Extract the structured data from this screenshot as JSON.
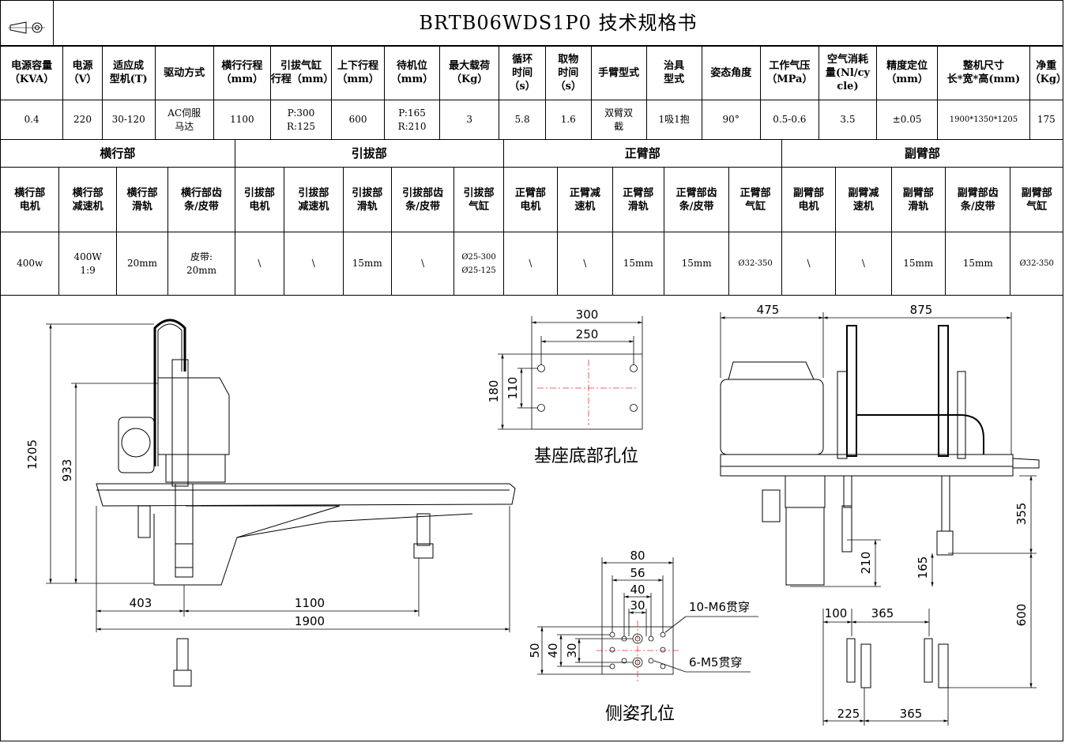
{
  "title": "BRTB06WDS1P0 技术规格书",
  "spec_table": {
    "headers": [
      "电源容量\n（KVA）",
      "电源\n（V）",
      "适应成\n型机(T)",
      "驱动方式",
      "横行行程\n（mm）",
      "引拔气缸\n行程（mm）",
      "上下行程\n（mm）",
      "待机位\n（mm）",
      "最大载荷\n（Kg）",
      "循环\n时间\n（s）",
      "取物\n时间\n（s）",
      "手臂型式",
      "治具\n型式",
      "姿态角度",
      "工作气压\n（MPa）",
      "空气消耗\n量(Nl/cy\ncle)",
      "精度定位\n（mm）",
      "整机尺寸\n长*宽*高(mm)",
      "净重\n（Kg）"
    ],
    "values": [
      "0.4",
      "220",
      "30-120",
      "AC伺服\n马达",
      "1100",
      "P:300\nR:125",
      "600",
      "P:165\nR:210",
      "3",
      "5.8",
      "1.6",
      "双臂双\n截",
      "1吸1抱",
      "90°",
      "0.5-0.6",
      "3.5",
      "±0.05",
      "1900*1350*1205",
      "175"
    ]
  },
  "component_table": {
    "sections": [
      "横行部",
      "引拔部",
      "正臂部",
      "副臂部"
    ],
    "headers": [
      "横行部\n电机",
      "横行部\n减速机",
      "横行部\n滑轨",
      "横行部齿\n条/皮带",
      "引拔部\n电机",
      "引拔部\n减速机",
      "引拔部\n滑轨",
      "引拔部齿\n条/皮带",
      "引拔部\n气缸",
      "正臂部\n电机",
      "正臂减\n速机",
      "正臂部\n滑轨",
      "正臂部齿\n条/皮带",
      "正臂部\n气缸",
      "副臂部\n电机",
      "副臂减\n速机",
      "副臂部\n滑轨",
      "副臂部齿\n条/皮带",
      "副臂部\n气缸"
    ],
    "values": [
      "400w",
      "400W\n1:9",
      "20mm",
      "皮带:\n20mm",
      "\\",
      "\\",
      "15mm",
      "\\",
      "Ø25-300\nØ25-125",
      "\\",
      "\\",
      "15mm",
      "15mm",
      "Ø32-350",
      "\\",
      "\\",
      "15mm",
      "15mm",
      "Ø32-350"
    ]
  },
  "drawing": {
    "front_dims": {
      "overall_height": "1205",
      "arm_height": "933",
      "offset": "403",
      "stroke": "1100",
      "length": "1900"
    },
    "base_holes": {
      "outer": "300",
      "inner": "250",
      "height_outer": "180",
      "height_inner": "110",
      "caption": "基座底部孔位"
    },
    "side_holes": {
      "w80": "80",
      "w56": "56",
      "w40": "40",
      "w30": "30",
      "h50": "50",
      "h40": "40",
      "h30": "30",
      "note_m6": "10-M6贯穿",
      "note_m5": "6-M5贯穿",
      "caption": "侧姿孔位"
    },
    "side_dims": {
      "d475": "475",
      "d875": "875",
      "d355": "355",
      "d210": "210",
      "d165": "165",
      "d600": "600",
      "d100": "100",
      "d365": "365",
      "d225": "225",
      "d365b": "365"
    }
  }
}
